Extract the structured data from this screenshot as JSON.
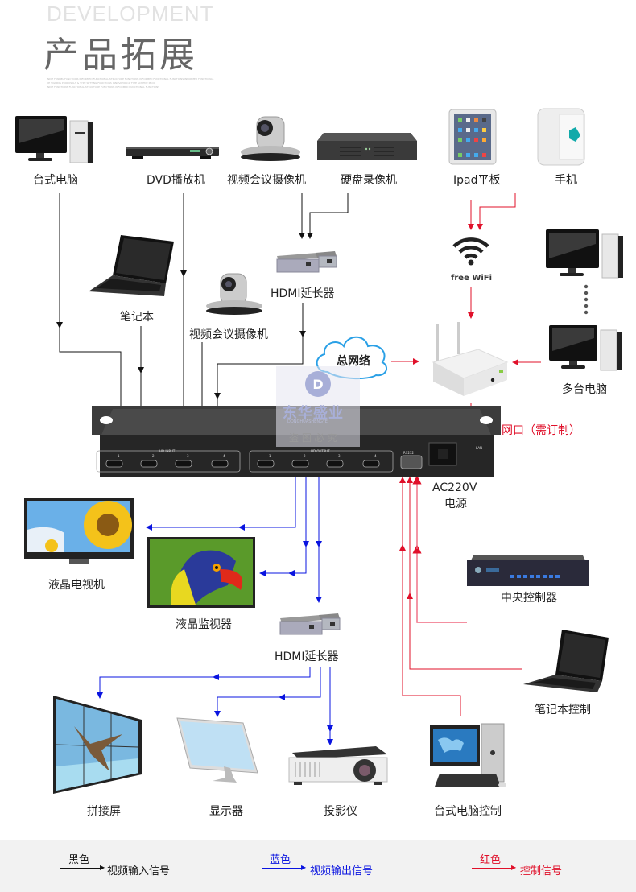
{
  "header": {
    "title_en": "DEVELOPMENT",
    "title_cn": "产品拓展",
    "fine_print": [
      "INDIE FUNNEL FUNCTIONS INFORMED FUNCTIONAL STRUCTURE FUNCTIONS INFORMED FUNCTIONAL FUNCTIONS INFORMED FUNCTIONAL",
      "DE SIGNING PROPOSALS & TYPE SETTING FUNCTIONS INNOVATION & TYPE SCHEME PROC",
      "INDIE FUNCTIONS FUNCTIONAL STRUCTURE FUNCTIONS INFORMED FUNCTIONAL FUNCTIONS"
    ]
  },
  "inputs": {
    "desktop_pc": "台式电脑",
    "dvd_player": "DVD播放机",
    "conf_camera": "视频会议摄像机",
    "dvr": "硬盘录像机",
    "laptop": "笔记本",
    "conf_camera_2": "视频会议摄像机",
    "hdmi_extender": "HDMI延长器"
  },
  "network": {
    "ipad": "Ipad平板",
    "phone": "手机",
    "wifi": "free WiFi",
    "cloud": "总网络",
    "multi_pc": "多台电脑",
    "lan_port": "网口（需订制）"
  },
  "device": {
    "watermark_brand": "东华盛业",
    "watermark_pinyin": "DONGHUASHENGYE",
    "watermark_notice": "盗 图 必 究",
    "hd_input": "HD INPUT",
    "hd_output": "HD OUTPUT",
    "rs232": "RS232",
    "lan": "LAN",
    "ports": [
      "1",
      "2",
      "3",
      "4"
    ],
    "power": "AC220V",
    "power_cn": "电源"
  },
  "outputs": {
    "lcd_tv": "液晶电视机",
    "lcd_monitor": "液晶监视器",
    "hdmi_extender": "HDMI延长器",
    "video_wall": "拼接屏",
    "display": "显示器",
    "projector": "投影仪"
  },
  "control": {
    "central_controller": "中央控制器",
    "laptop_control": "笔记本控制",
    "desktop_control": "台式电脑控制"
  },
  "legend": [
    {
      "color_name": "黑色",
      "meaning": "视频输入信号",
      "color": "#111111"
    },
    {
      "color_name": "蓝色",
      "meaning": "视频输出信号",
      "color": "#0a14e0"
    },
    {
      "color_name": "红色",
      "meaning": "控制信号",
      "color": "#e0102a"
    }
  ],
  "colors": {
    "input": "#111111",
    "output": "#0a14e0",
    "control": "#e0102a",
    "control_light": "#f06a80"
  }
}
